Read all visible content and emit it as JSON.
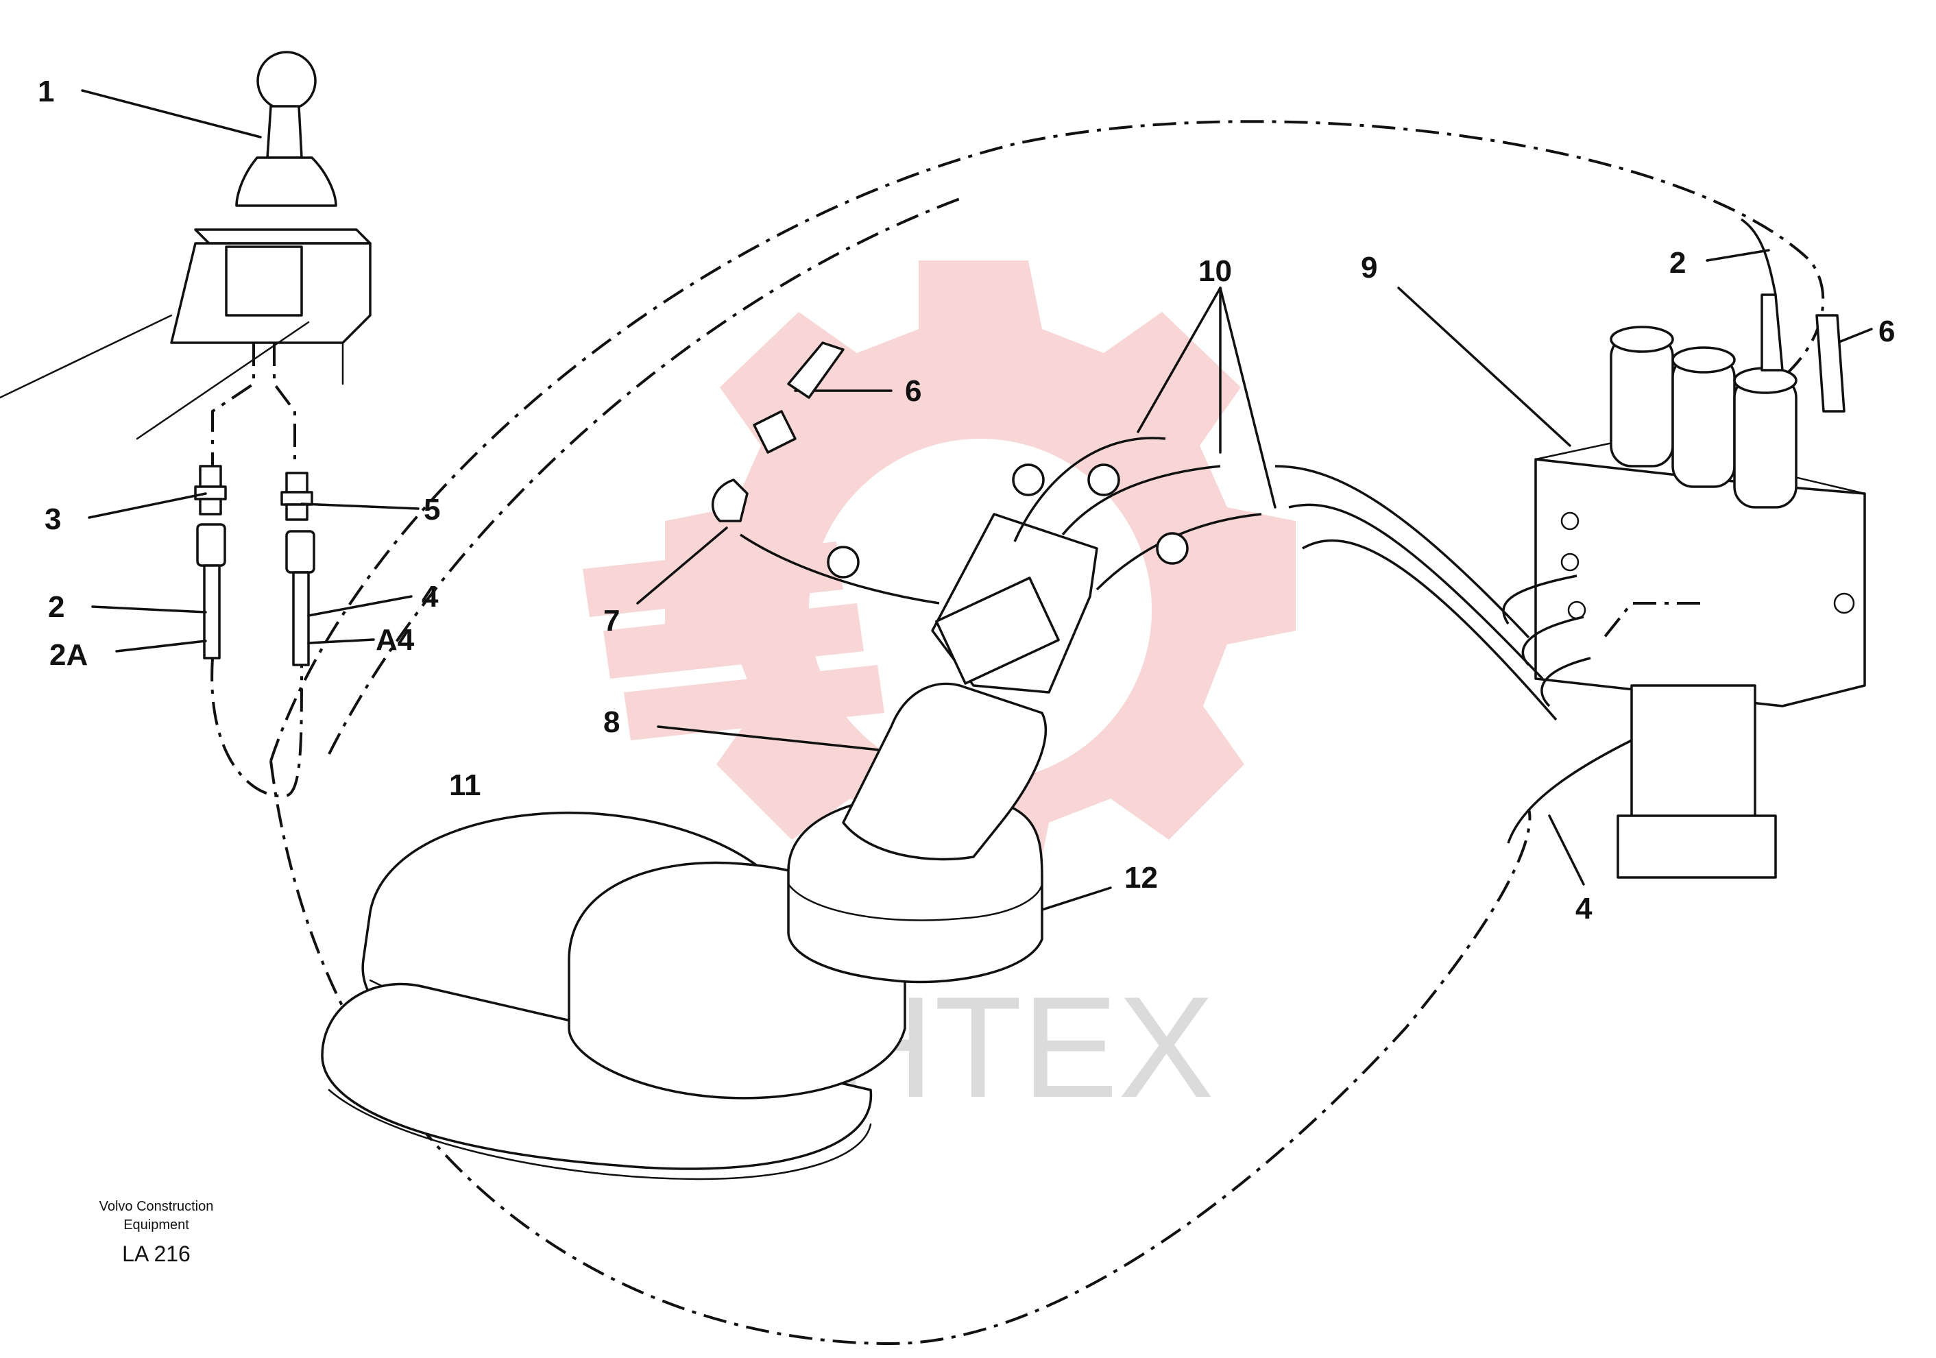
{
  "diagram": {
    "callouts": [
      {
        "id": "c1",
        "label": "1"
      },
      {
        "id": "c3",
        "label": "3"
      },
      {
        "id": "c5",
        "label": "5"
      },
      {
        "id": "c2-left",
        "label": "2"
      },
      {
        "id": "c4-left",
        "label": "4"
      },
      {
        "id": "c2a",
        "label": "2A"
      },
      {
        "id": "ca4",
        "label": "A4"
      },
      {
        "id": "c6-mid",
        "label": "6"
      },
      {
        "id": "c7",
        "label": "7"
      },
      {
        "id": "c8",
        "label": "8"
      },
      {
        "id": "c10",
        "label": "10"
      },
      {
        "id": "c9",
        "label": "9"
      },
      {
        "id": "c2-right",
        "label": "2"
      },
      {
        "id": "c6-right",
        "label": "6"
      },
      {
        "id": "c11",
        "label": "11"
      },
      {
        "id": "c12",
        "label": "12"
      },
      {
        "id": "c4-right",
        "label": "4"
      }
    ],
    "credit_line1": "Volvo Construction",
    "credit_line2": "Equipment",
    "drawing_code": "LA 216",
    "watermark_text": "ИНТЕХ",
    "colors": {
      "ink": "#111111",
      "watermark_gear": "#f4b6b6",
      "watermark_text": "#cfcfcf"
    }
  }
}
